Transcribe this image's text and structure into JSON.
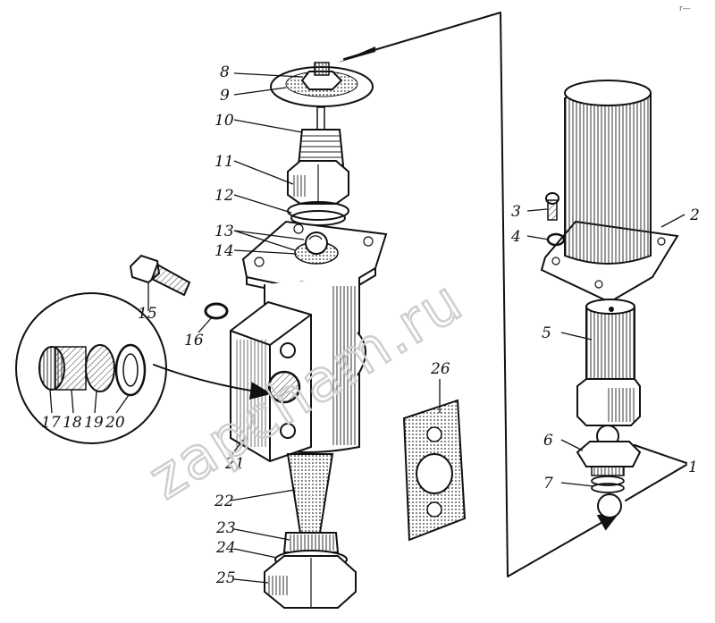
{
  "watermark": "zapcham.ru",
  "corner_mark": "r—",
  "callouts": [
    {
      "id": "label-1",
      "text": "1"
    },
    {
      "id": "label-2",
      "text": "2"
    },
    {
      "id": "label-3",
      "text": "3"
    },
    {
      "id": "label-4",
      "text": "4"
    },
    {
      "id": "label-5",
      "text": "5"
    },
    {
      "id": "label-6",
      "text": "6"
    },
    {
      "id": "label-7",
      "text": "7"
    },
    {
      "id": "label-8",
      "text": "8"
    },
    {
      "id": "label-9",
      "text": "9"
    },
    {
      "id": "label-10",
      "text": "10"
    },
    {
      "id": "label-11",
      "text": "11"
    },
    {
      "id": "label-12",
      "text": "12"
    },
    {
      "id": "label-13",
      "text": "13"
    },
    {
      "id": "label-14",
      "text": "14"
    },
    {
      "id": "label-15",
      "text": "15"
    },
    {
      "id": "label-16",
      "text": "16"
    },
    {
      "id": "label-17",
      "text": "17"
    },
    {
      "id": "label-18",
      "text": "18"
    },
    {
      "id": "label-19",
      "text": "19"
    },
    {
      "id": "label-20",
      "text": "20"
    },
    {
      "id": "label-21",
      "text": "21"
    },
    {
      "id": "label-22",
      "text": "22"
    },
    {
      "id": "label-23",
      "text": "23"
    },
    {
      "id": "label-24",
      "text": "24"
    },
    {
      "id": "label-25",
      "text": "25"
    },
    {
      "id": "label-26",
      "text": "26"
    }
  ]
}
